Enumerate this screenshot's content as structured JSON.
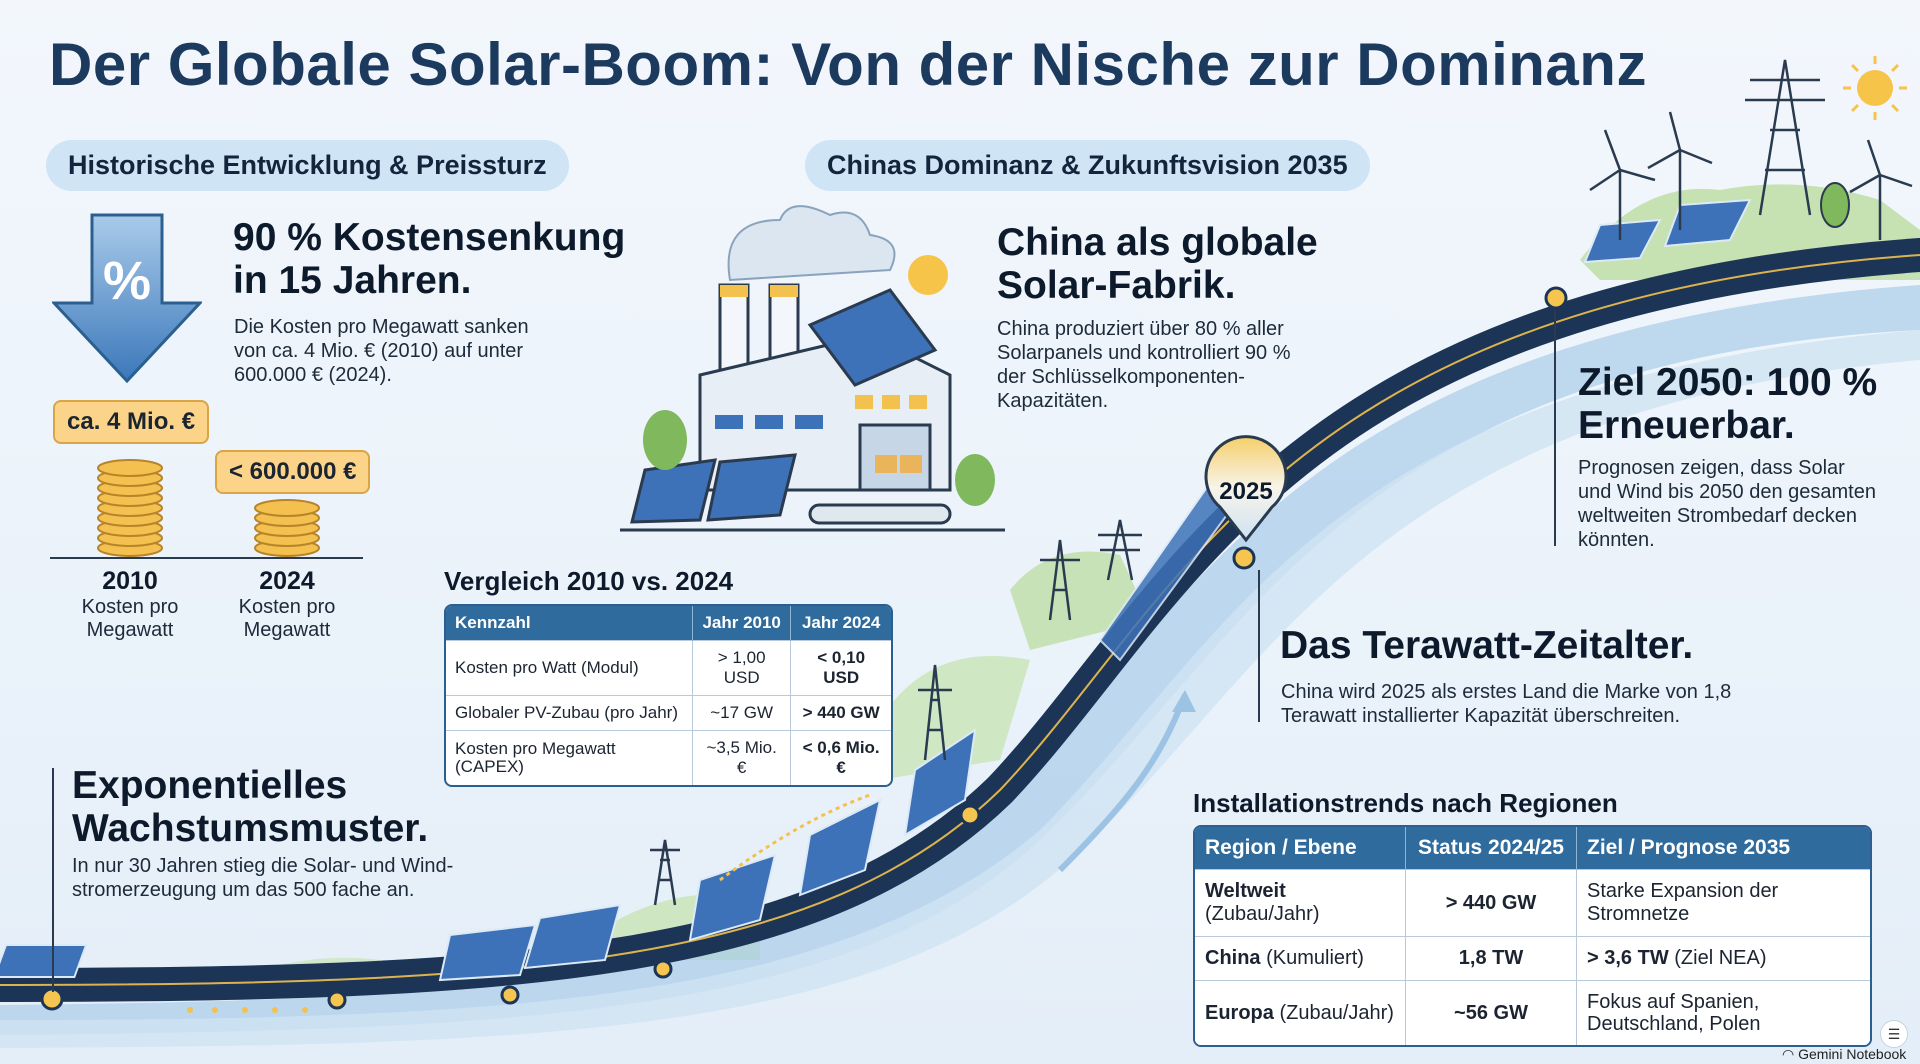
{
  "title": "Der Globale Solar-Boom: Von der Nische zur Dominanz",
  "sections": {
    "left_pill": "Historische Entwicklung & Preissturz",
    "right_pill": "Chinas Dominanz & Zukunftsvision 2035"
  },
  "cost": {
    "arrow_symbol": "%",
    "heading_line1": "90 % Kostensenkung",
    "heading_line2": "in 15 Jahren.",
    "text": "Die Kosten pro Megawatt sanken von ca. 4 Mio. € (2010) auf unter 600.000 € (2024).",
    "tag_2010": "ca. 4 Mio. €",
    "tag_2024": "< 600.000 €",
    "year_2010": "2010",
    "year_2024": "2024",
    "label_line1": "Kosten pro",
    "label_line2": "Megawatt"
  },
  "china": {
    "heading_line1": "China als globale",
    "heading_line2": "Solar-Fabrik.",
    "text": "China produziert über 80 % aller Solarpanels und kontrolliert 90 % der Schlüsselkomponenten-Kapazitäten."
  },
  "goal": {
    "heading_line1": "Ziel 2050: 100 %",
    "heading_line2": "Erneuerbar.",
    "text": "Prognosen zeigen, dass Solar und Wind bis 2050 den gesamten weltweiten Strombedarf decken könnten."
  },
  "terawatt": {
    "heading": "Das Terawatt-Zeitalter.",
    "text": "China wird 2025 als erstes Land die Marke von 1,8 Terawatt installierter Kapazität überschreiten."
  },
  "growth": {
    "heading_line1": "Exponentielles",
    "heading_line2": "Wachstumsmuster.",
    "text": "In nur 30 Jahren stieg die Solar- und Wind-stromerzeugung um das 500 fache an."
  },
  "marker_2025": "2025",
  "comparison": {
    "title": "Vergleich 2010 vs. 2024",
    "headers": [
      "Kennzahl",
      "Jahr 2010",
      "Jahr 2024"
    ],
    "rows": [
      [
        "Kosten pro Watt (Modul)",
        "> 1,00 USD",
        "< 0,10 USD"
      ],
      [
        "Globaler PV-Zubau (pro Jahr)",
        "~17 GW",
        "> 440 GW"
      ],
      [
        "Kosten pro Megawatt (CAPEX)",
        "~3,5 Mio. €",
        "< 0,6 Mio. €"
      ]
    ]
  },
  "regions": {
    "title": "Installationstrends nach Regionen",
    "headers": [
      "Region / Ebene",
      "Status 2024/25",
      "Ziel / Prognose 2035"
    ],
    "rows": [
      {
        "region_bold": "Weltweit",
        "region_rest": " (Zubau/Jahr)",
        "status": "> 440 GW",
        "goal_bold": "",
        "goal_rest": "Starke Expansion der Stromnetze"
      },
      {
        "region_bold": "China",
        "region_rest": " (Kumuliert)",
        "status": "1,8 TW",
        "goal_bold": "> 3,6 TW",
        "goal_rest": " (Ziel NEA)"
      },
      {
        "region_bold": "Europa",
        "region_rest": " (Zubau/Jahr)",
        "status": "~56 GW",
        "goal_bold": "",
        "goal_rest": "Fokus auf Spanien, Deutschland, Polen"
      }
    ]
  },
  "watermark": "Gemini Notebook",
  "colors": {
    "title": "#1b3a5e",
    "pill": "#cfe4f5",
    "road": "#1c3556",
    "accent_gold": "#f2c14e",
    "table_header": "#2f6b9c"
  }
}
